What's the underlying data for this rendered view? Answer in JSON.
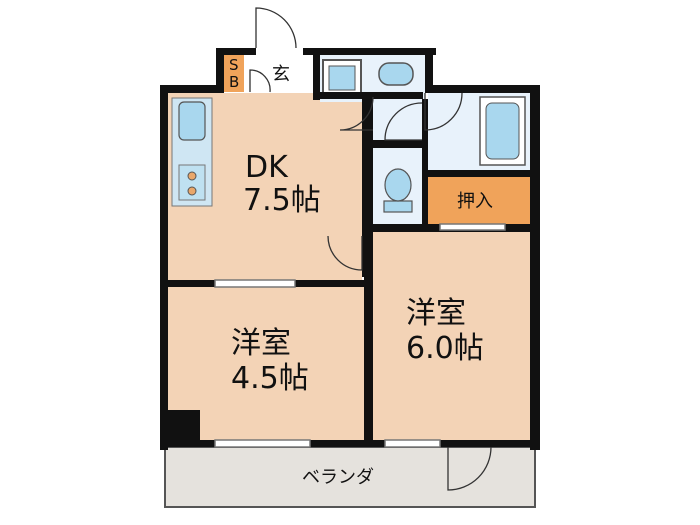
{
  "rooms": {
    "dk": {
      "name": "DK",
      "size": "7.5帖"
    },
    "western_left": {
      "name": "洋室",
      "size": "4.5帖"
    },
    "western_right": {
      "name": "洋室",
      "size": "6.0帖"
    },
    "closet": {
      "name": "押入"
    },
    "entrance": {
      "name": "玄"
    },
    "shoe_box_top": "S",
    "shoe_box_bottom": "B",
    "balcony": {
      "name": "ベランダ"
    }
  },
  "colors": {
    "room_fill": "#f3d3b6",
    "closet_fill": "#f0a35a",
    "shoe_box_fill": "#f0a35a",
    "wet_area_fill": "#e8f2fb",
    "fixture_fill": "#a9d7ee",
    "balcony_fill": "#e5e2dd",
    "wall": "#111111"
  }
}
